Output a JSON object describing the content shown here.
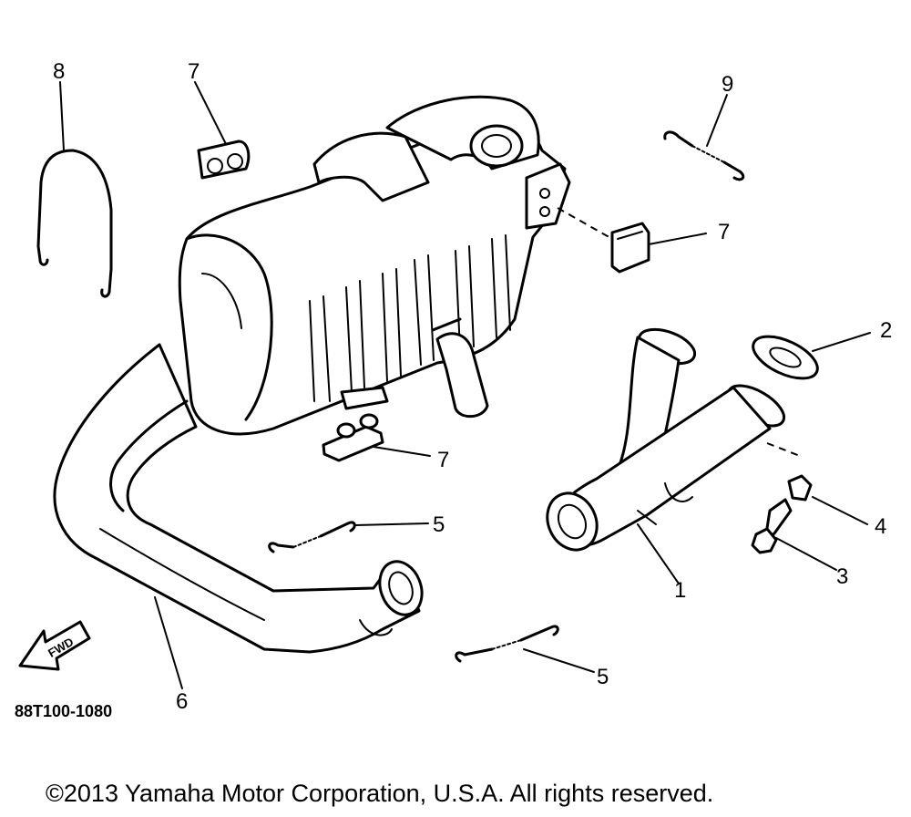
{
  "diagram": {
    "callouts": [
      "1",
      "2",
      "3",
      "4",
      "5",
      "5",
      "6",
      "7",
      "7",
      "7",
      "8",
      "9"
    ],
    "part_code": "88T100-1080",
    "direction_label": "FWD"
  },
  "footer": {
    "copyright": "©2013 Yamaha Motor Corporation, U.S.A. All rights reserved."
  }
}
